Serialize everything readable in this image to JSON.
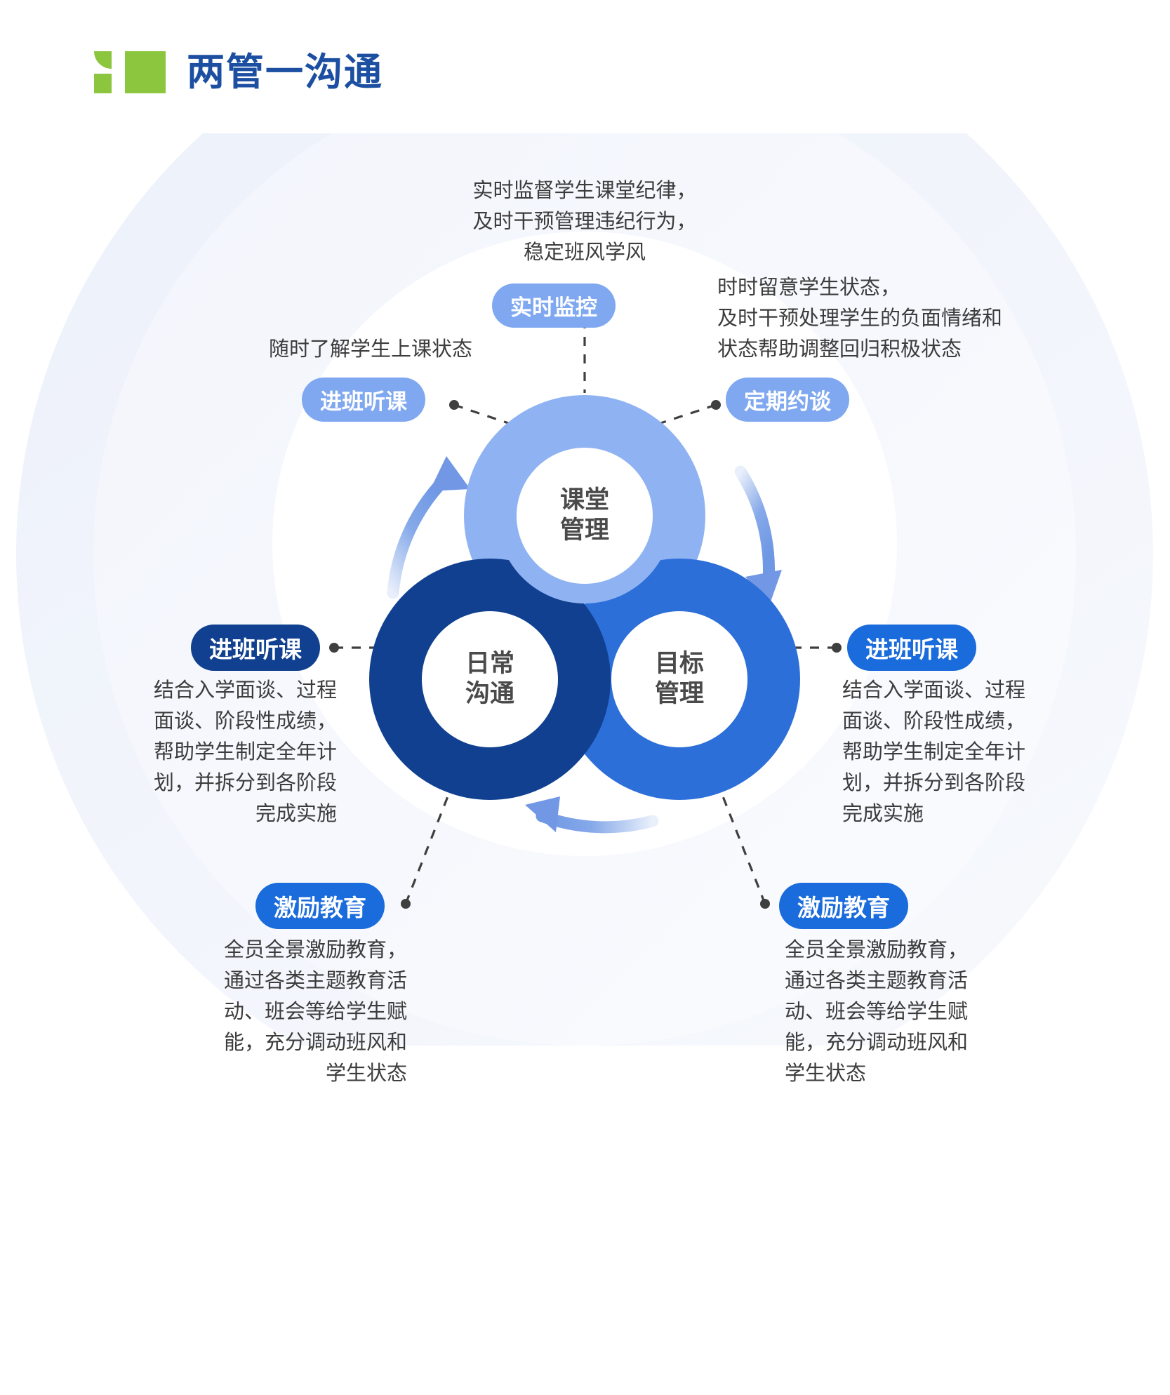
{
  "header": {
    "title": "两管一沟通",
    "logo_icon": "brand-i-square-logo",
    "logo_color": "#8CC63E",
    "title_color": "#1C4FA1"
  },
  "theme": {
    "ring_top_color": "#8FB3F2",
    "ring_left_color": "#10408F",
    "ring_right_color": "#2D6FD9",
    "pill_light_color": "#7FA8F0",
    "pill_navy_color": "#10408F",
    "pill_blue_color": "#1A6BDB",
    "arrow_color": "#7FA4E8",
    "connector_color": "#444444",
    "body_text_color": "#3C3C3C",
    "background_color": "#FFFFFF"
  },
  "rings": [
    {
      "id": "classroom",
      "label": "课堂\n管理",
      "color": "#8FB3F2"
    },
    {
      "id": "daily-communication",
      "label": "日常\n沟通",
      "color": "#10408F"
    },
    {
      "id": "goal-management",
      "label": "目标\n管理",
      "color": "#2D6FD9"
    }
  ],
  "nodes": {
    "top": {
      "badge": "实时监控",
      "desc": "实时监督学生课堂纪律，\n及时干预管理违纪行为，\n稳定班风学风"
    },
    "top_left": {
      "badge": "进班听课",
      "desc": "随时了解学生上课状态"
    },
    "top_right": {
      "badge": "定期约谈",
      "desc": "时时留意学生状态，\n及时干预处理学生的负面情绪和\n状态帮助调整回归积极状态"
    },
    "left": {
      "badge": "进班听课",
      "desc": "结合入学面谈、过程\n面谈、阶段性成绩，\n帮助学生制定全年计\n划，并拆分到各阶段\n完成实施"
    },
    "right": {
      "badge": "进班听课",
      "desc": "结合入学面谈、过程\n面谈、阶段性成绩，\n帮助学生制定全年计\n划，并拆分到各阶段\n完成实施"
    },
    "bottom_left": {
      "badge": "激励教育",
      "desc": "全员全景激励教育，\n通过各类主题教育活\n动、班会等给学生赋\n能，充分调动班风和\n学生状态"
    },
    "bottom_right": {
      "badge": "激励教育",
      "desc": "全员全景激励教育，\n通过各类主题教育活\n动、班会等给学生赋\n能，充分调动班风和\n学生状态"
    }
  }
}
